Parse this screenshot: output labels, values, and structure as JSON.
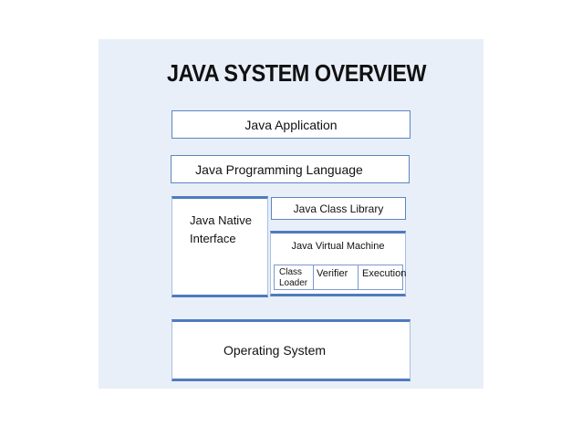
{
  "diagram": {
    "title": "JAVA SYSTEM OVERVIEW",
    "layers": {
      "application": "Java  Application",
      "language": "Java Programming Language",
      "native_interface": [
        "Java Native",
        "Interface"
      ],
      "class_library": "Java Class Library",
      "virtual_machine": {
        "label": "Java Virtual Machine",
        "components": {
          "class_loader": [
            "Class",
            "Loader"
          ],
          "verifier": "Verifier",
          "execution": "Execution"
        }
      },
      "operating_system": "Operating  System"
    }
  },
  "colors": {
    "panel_background": "#e8eff8",
    "box_border": "#5b86c2",
    "box_fill": "#ffffff"
  }
}
